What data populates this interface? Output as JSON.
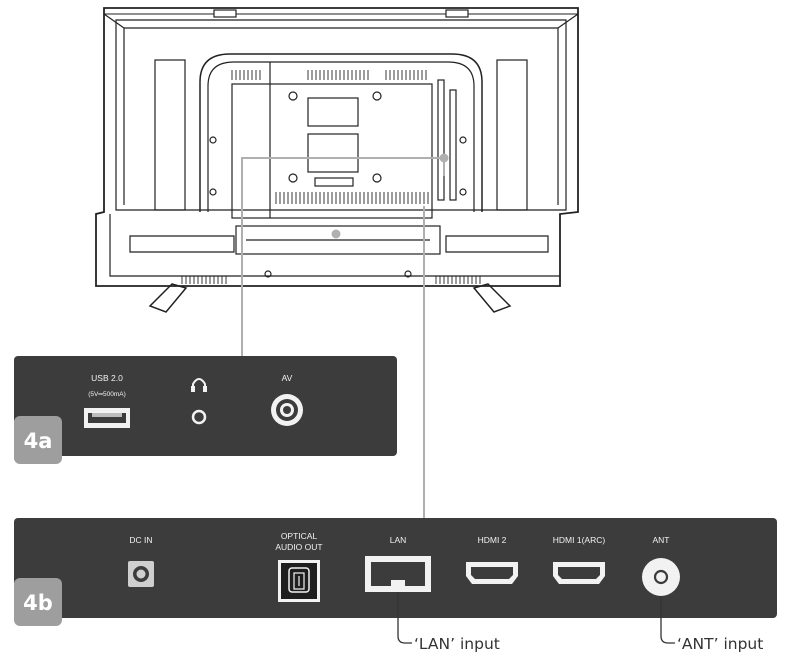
{
  "panel_a": {
    "badge": "4a",
    "ports": {
      "usb_label": "USB 2.0",
      "usb_sub": "(5V═500mA)",
      "headphone_icon": "headphone-icon",
      "av_label": "AV"
    }
  },
  "panel_b": {
    "badge": "4b",
    "ports": {
      "dc_in": "DC IN",
      "optical_line1": "OPTICAL",
      "optical_line2": "AUDIO OUT",
      "lan": "LAN",
      "hdmi2": "HDMI 2",
      "hdmi1": "HDMI 1(ARC)",
      "ant": "ANT"
    }
  },
  "callouts": {
    "lan_input": "‘LAN’ input",
    "ant_input": "‘ANT’ input"
  },
  "colors": {
    "panel": "#3c3c3c",
    "badge": "#9e9e9e",
    "leader": "#b0b0b0",
    "tv_line": "#222222"
  }
}
